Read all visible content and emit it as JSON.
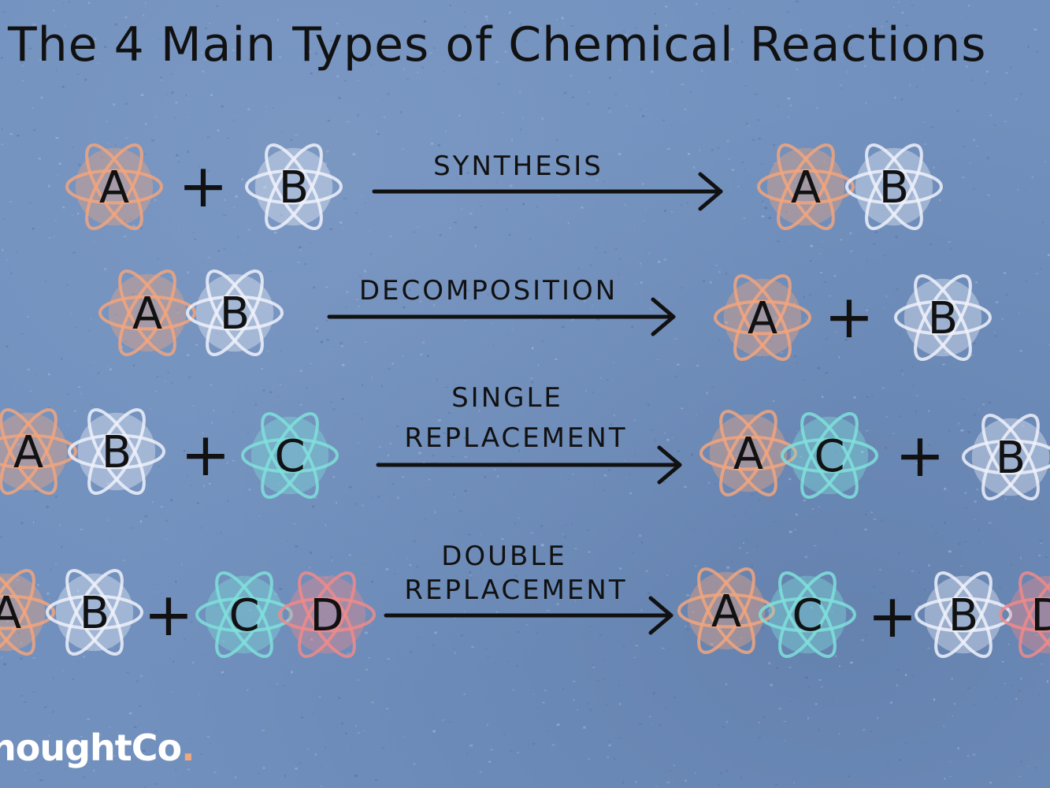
{
  "title": "The 4 Main Types of Chemical Reactions",
  "colors": {
    "background": "#7190bd",
    "atom_A": "#f2a57c",
    "atom_B": "#eef1fa",
    "atom_C": "#7fe0db",
    "atom_D": "#f08a8a",
    "ink": "#111111"
  },
  "reactions": [
    {
      "name": "SYNTHESIS",
      "reactants": [
        [
          "A"
        ],
        "+",
        [
          "B"
        ]
      ],
      "products": [
        [
          "A",
          "B"
        ]
      ]
    },
    {
      "name": "DECOMPOSITION",
      "reactants": [
        [
          "A",
          "B"
        ]
      ],
      "products": [
        [
          "A"
        ],
        "+",
        [
          "B"
        ]
      ]
    },
    {
      "name_line1": "SINGLE",
      "name_line2": "REPLACEMENT",
      "reactants": [
        [
          "A",
          "B"
        ],
        "+",
        [
          "C"
        ]
      ],
      "products": [
        [
          "A",
          "C"
        ],
        "+",
        [
          "B"
        ]
      ]
    },
    {
      "name_line1": "DOUBLE",
      "name_line2": "REPLACEMENT",
      "reactants": [
        [
          "A",
          "B"
        ],
        "+",
        [
          "C",
          "D"
        ]
      ],
      "products": [
        [
          "A",
          "C"
        ],
        "+",
        [
          "B",
          "D"
        ]
      ]
    }
  ],
  "logo": {
    "main": "houghtCo",
    "accent": "."
  }
}
